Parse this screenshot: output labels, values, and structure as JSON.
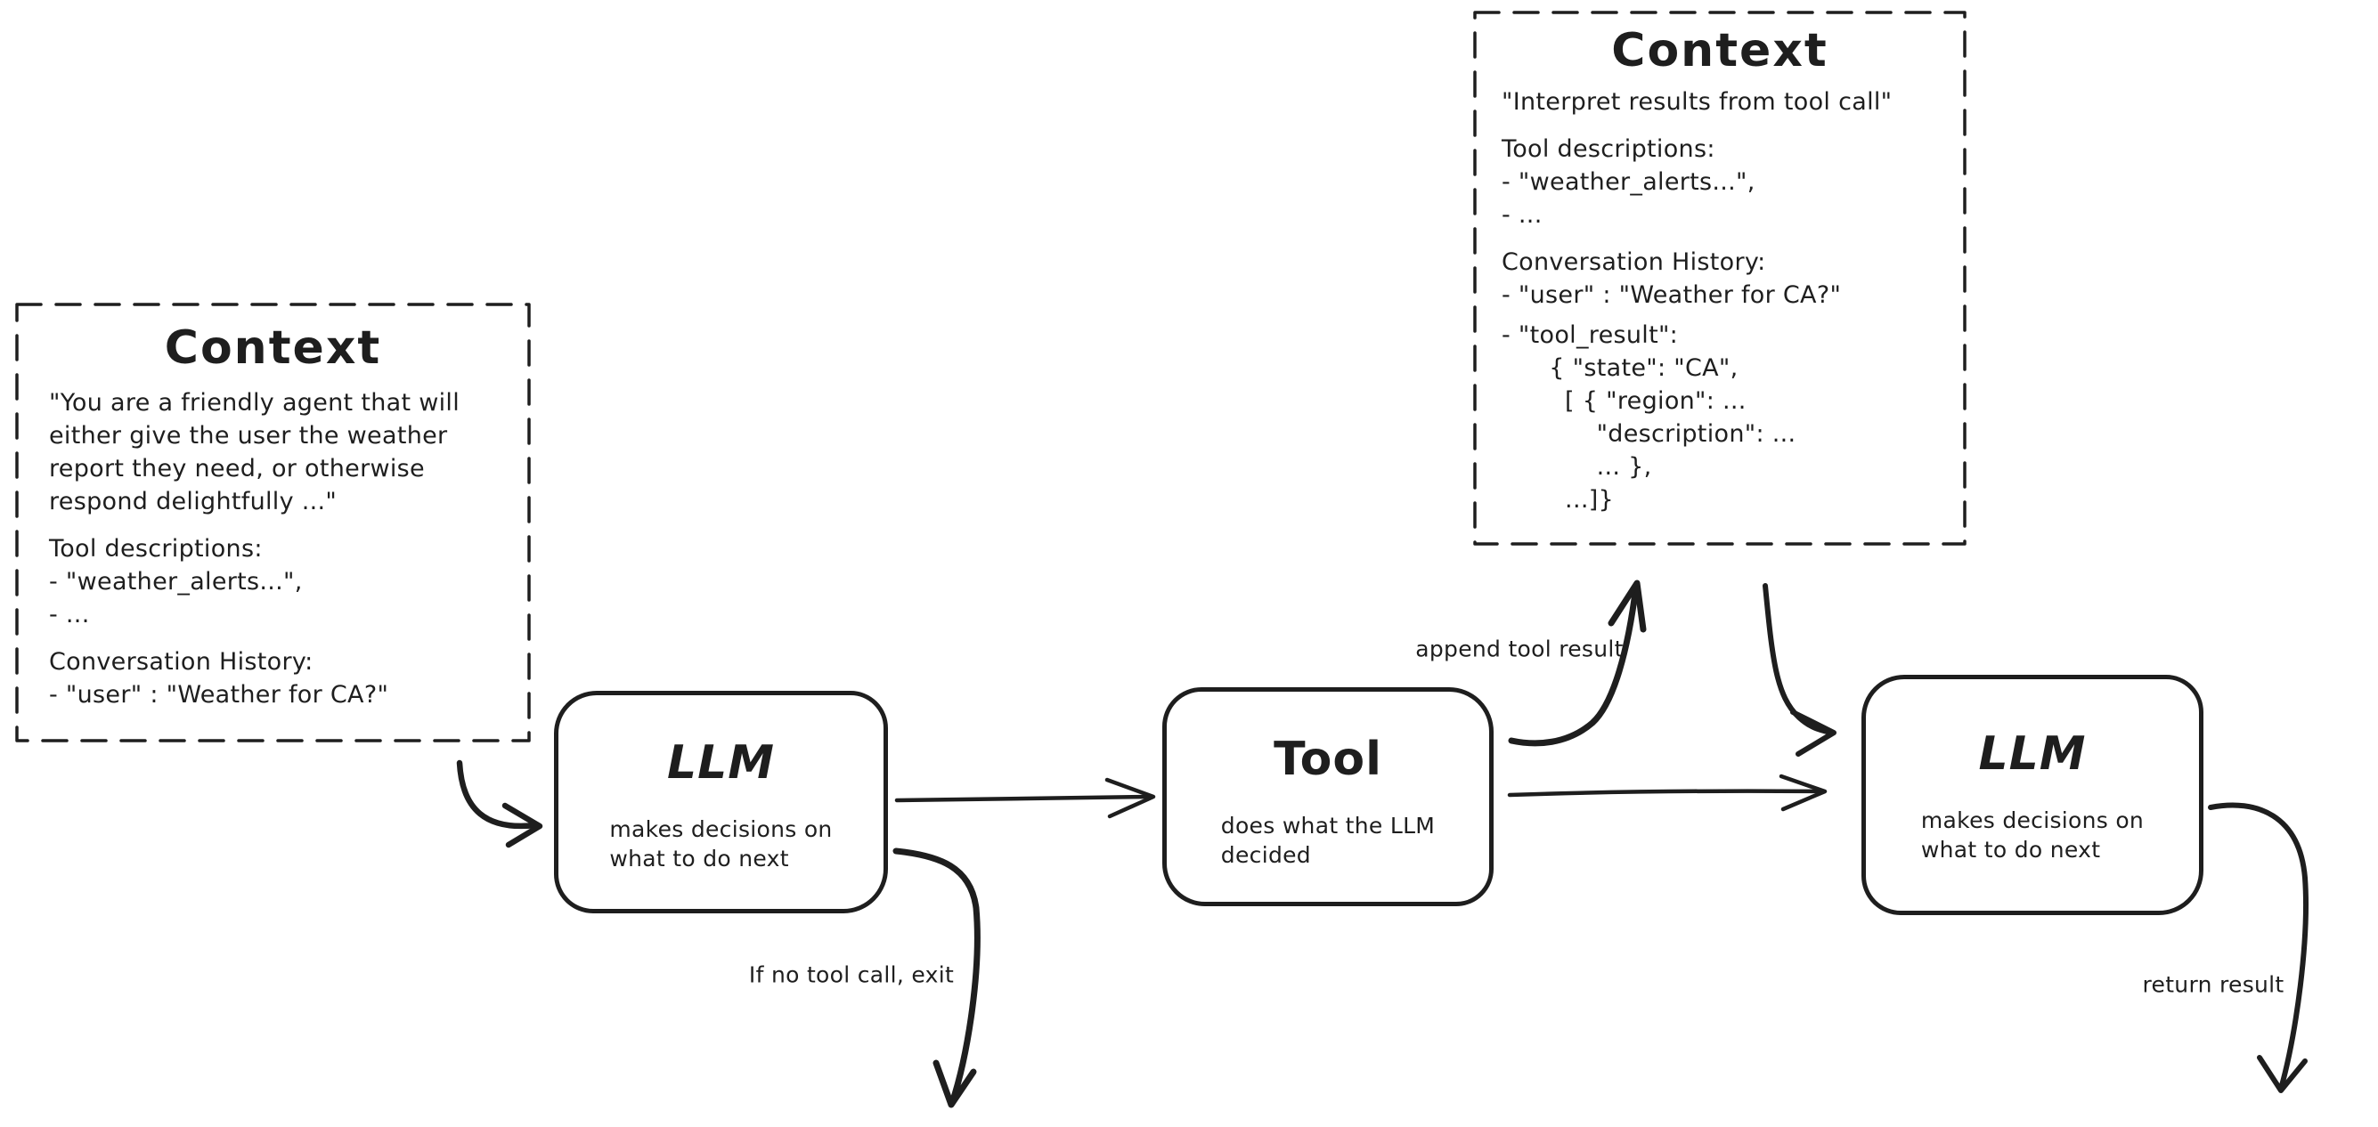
{
  "canvas": {
    "background_color": "#ffffff",
    "ink_color": "#1e1e1e"
  },
  "context_left": {
    "title": "Context",
    "system_prompt": "\"You are a friendly agent that will\neither give the user the weather\nreport they need, or otherwise\nrespond delightfully ...\"",
    "tool_descriptions": "Tool descriptions:\n- \"weather_alerts...\",\n- ...",
    "conversation_history": "Conversation History:\n- \"user\" : \"Weather for CA?\""
  },
  "context_top": {
    "title": "Context",
    "instruction": "\"Interpret results from tool call\"",
    "tool_descriptions": "Tool descriptions:\n- \"weather_alerts...\",\n- ...",
    "conversation_history": "Conversation History:\n- \"user\" : \"Weather for CA?\"",
    "tool_result": "- \"tool_result\":\n      { \"state\": \"CA\",\n        [ { \"region\": ...\n            \"description\": ...\n            ... },\n        ...]}"
  },
  "nodes": {
    "llm_1": {
      "title": "LLM",
      "subtitle": "makes decisions on\nwhat to do next"
    },
    "tool": {
      "title": "Tool",
      "subtitle": "does what the LLM\ndecided"
    },
    "llm_2": {
      "title": "LLM",
      "subtitle": "makes decisions on\nwhat to do next"
    }
  },
  "edge_labels": {
    "append_tool_result": "append tool result",
    "if_no_tool_call_exit": "If no tool call, exit",
    "return_result": "return result"
  }
}
